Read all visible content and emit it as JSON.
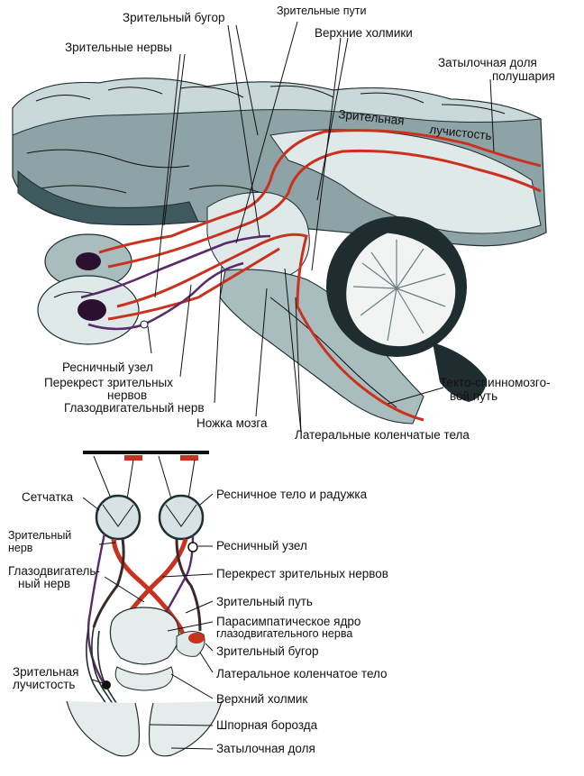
{
  "figure_top": {
    "labels": {
      "thalamus": "Зрительный бугор",
      "optic_tracts": "Зрительные пути",
      "optic_nerves": "Зрительные нервы",
      "superior_colliculi": "Верхние холмики",
      "occipital_lobe_1": "Затылочная доля",
      "occipital_lobe_2": "полушария",
      "optic_radiation_1": "Зрительная",
      "optic_radiation_2": "лучистость",
      "ciliary_ganglion": "Ресничный узел",
      "chiasm_1": "Перекрест зрительных",
      "chiasm_2": "нервов",
      "oculomotor_nerve": "Глазодвигательный нерв",
      "cerebral_peduncle": "Ножка мозга",
      "tectospinal_1": "Текто-спинномозго-",
      "tectospinal_2": "вой путь",
      "lateral_geniculate": "Латеральные коленчатые тела"
    }
  },
  "figure_bottom": {
    "labels": {
      "retina": "Сетчатка",
      "ciliary_body": "Ресничное тело и радужка",
      "optic_nerve_1": "Зрительный",
      "optic_nerve_2": "нерв",
      "ciliary_ganglion": "Ресничный  узел",
      "oculomotor_1": "Глазодвигатель-",
      "oculomotor_2": "ный  нерв",
      "chiasm": "Перекрест зрительных нервов",
      "optic_tract": "Зрительный путь",
      "parasymp_1": "Парасимпатическое ядро",
      "parasymp_2": "глазодвигательного нерва",
      "thalamus": "Зрительный бугор",
      "optic_radiation_1": "Зрительная",
      "optic_radiation_2": "лучистость",
      "lgb": "Латеральное коленчатое тело",
      "superior_colliculus": "Верхний холмик",
      "calcarine": "Шпорная борозда",
      "occipital": "Затылочная доля"
    }
  },
  "colors": {
    "brain_gray": "#8da3a6",
    "brain_dark": "#3f5a5f",
    "brain_light": "#dfe9ea",
    "pathway_red": "#c8321e",
    "nerve_purple": "#5a2a6a",
    "cerebellum_dark": "#1f2d30"
  }
}
